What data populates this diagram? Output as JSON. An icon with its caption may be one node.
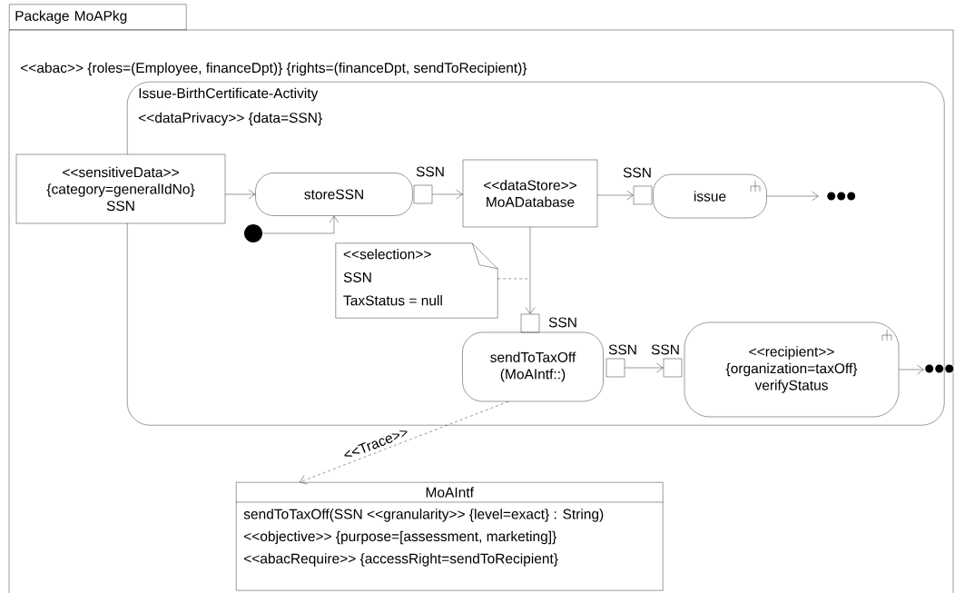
{
  "diagram": {
    "nodes": [
      {
        "text": [
          "Package MoAPkg",
          "<<abac>> {roles=(Employee, financeDpt)} {rights=(financeDpt, sendToRecipient)}"
        ]
      },
      {
        "text": [
          "Issue-BirthCertificate-Activity",
          "<<dataPrivacy>> {data=SSN}"
        ],
        "in": 0
      },
      {
        "text": [
          "<<sensitiveData>> {category=generalIdNo} SSN"
        ],
        "in": 0
      },
      {
        "text": [
          "storeSSN"
        ],
        "in": 1
      },
      {
        "text": [],
        "shape": "circle",
        "in": 1
      },
      {
        "text": [],
        "shape": "box",
        "beside": [
          "SSN"
        ],
        "in": 1
      },
      {
        "text": [
          "<<dataStore>> MoADatabase"
        ],
        "in": 1
      },
      {
        "text": [],
        "shape": "box",
        "beside": [
          "SSN"
        ],
        "in": 1
      },
      {
        "text": [
          "issue"
        ],
        "in": 1
      },
      {
        "text": [],
        "shape": "dots",
        "in": 1
      },
      {
        "text": [
          "<<selection>>",
          "SSN",
          "TaxStatus = null"
        ],
        "in": 1
      },
      {
        "text": [],
        "shape": "box",
        "beside": [
          "SSN"
        ],
        "in": 1
      },
      {
        "text": [
          "sendToTaxOff (MoAIntf::)"
        ],
        "in": 1
      },
      {
        "text": [],
        "shape": "box",
        "beside": [
          "SSN"
        ],
        "in": 1
      },
      {
        "text": [],
        "shape": "box",
        "beside": [
          "SSN"
        ],
        "in": 1
      },
      {
        "text": [
          "<<recipient>> {organization=taxOff} verifyStatus"
        ],
        "in": 1
      },
      {
        "text": [],
        "shape": "dots",
        "in": 0
      },
      {
        "text": [
          "MoAIntf",
          "sendToTaxOff(SSN <<granularity>> {level=exact} : String)",
          "<<objective>> {purpose=[assessment, marketing]}",
          "<<abacRequire>> {accessRight=sendToRecipient}"
        ],
        "in": 0
      }
    ],
    "edges": [
      {
        "from": 2,
        "to": 3,
        "arrow": "to"
      },
      {
        "from": 4,
        "to": 3,
        "arrow": "to"
      },
      {
        "from": 5,
        "to": 6,
        "arrow": "to"
      },
      {
        "from": 6,
        "to": 7,
        "arrow": "to"
      },
      {
        "from": 8,
        "to": 9,
        "arrow": "to"
      },
      {
        "from": 6,
        "to": 11,
        "arrow": "to"
      },
      {
        "from": 10,
        "to": null,
        "arrow": "none",
        "style": "dashed"
      },
      {
        "from": 13,
        "to": 14,
        "arrow": "to"
      },
      {
        "from": 15,
        "to": 16,
        "arrow": "to"
      },
      {
        "from": 12,
        "to": 17,
        "arrow": "to",
        "style": "dashed",
        "label": "<<Trace>>"
      }
    ]
  }
}
